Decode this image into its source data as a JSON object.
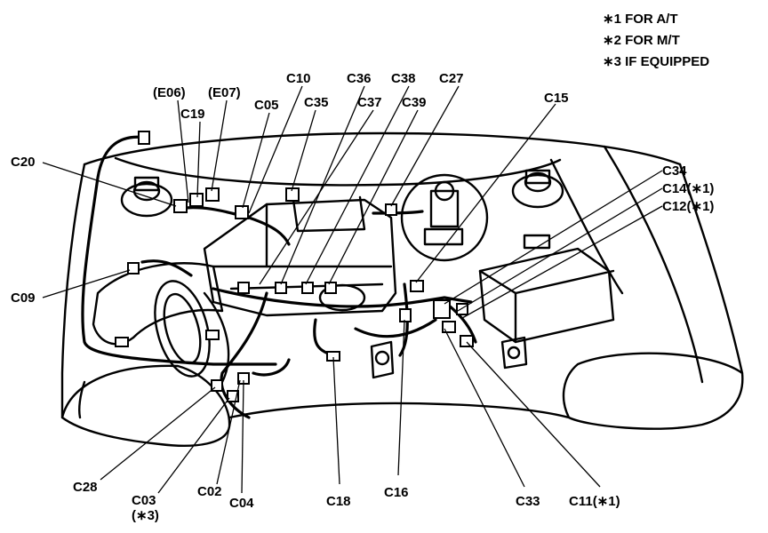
{
  "notes": [
    "∗1 FOR A/T",
    "∗2 FOR M/T",
    "∗3 IF EQUIPPED"
  ],
  "connectors": [
    {
      "id": "e06",
      "text": "(E06)"
    },
    {
      "id": "e07",
      "text": "(E07)"
    },
    {
      "id": "c19",
      "text": "C19"
    },
    {
      "id": "c05",
      "text": "C05"
    },
    {
      "id": "c10",
      "text": "C10"
    },
    {
      "id": "c35",
      "text": "C35"
    },
    {
      "id": "c36",
      "text": "C36"
    },
    {
      "id": "c37",
      "text": "C37"
    },
    {
      "id": "c38",
      "text": "C38"
    },
    {
      "id": "c39",
      "text": "C39"
    },
    {
      "id": "c27",
      "text": "C27"
    },
    {
      "id": "c15",
      "text": "C15"
    },
    {
      "id": "c20",
      "text": "C20"
    },
    {
      "id": "c34",
      "text": "C34"
    },
    {
      "id": "c14",
      "text": "C14(∗1)"
    },
    {
      "id": "c12",
      "text": "C12(∗1)"
    },
    {
      "id": "c09",
      "text": "C09"
    },
    {
      "id": "c28",
      "text": "C28"
    },
    {
      "id": "c03",
      "text": "C03"
    },
    {
      "id": "c03note",
      "text": "(∗3)"
    },
    {
      "id": "c02",
      "text": "C02"
    },
    {
      "id": "c04",
      "text": "C04"
    },
    {
      "id": "c18",
      "text": "C18"
    },
    {
      "id": "c16",
      "text": "C16"
    },
    {
      "id": "c33",
      "text": "C33"
    },
    {
      "id": "c11",
      "text": "C11(∗1)"
    }
  ]
}
